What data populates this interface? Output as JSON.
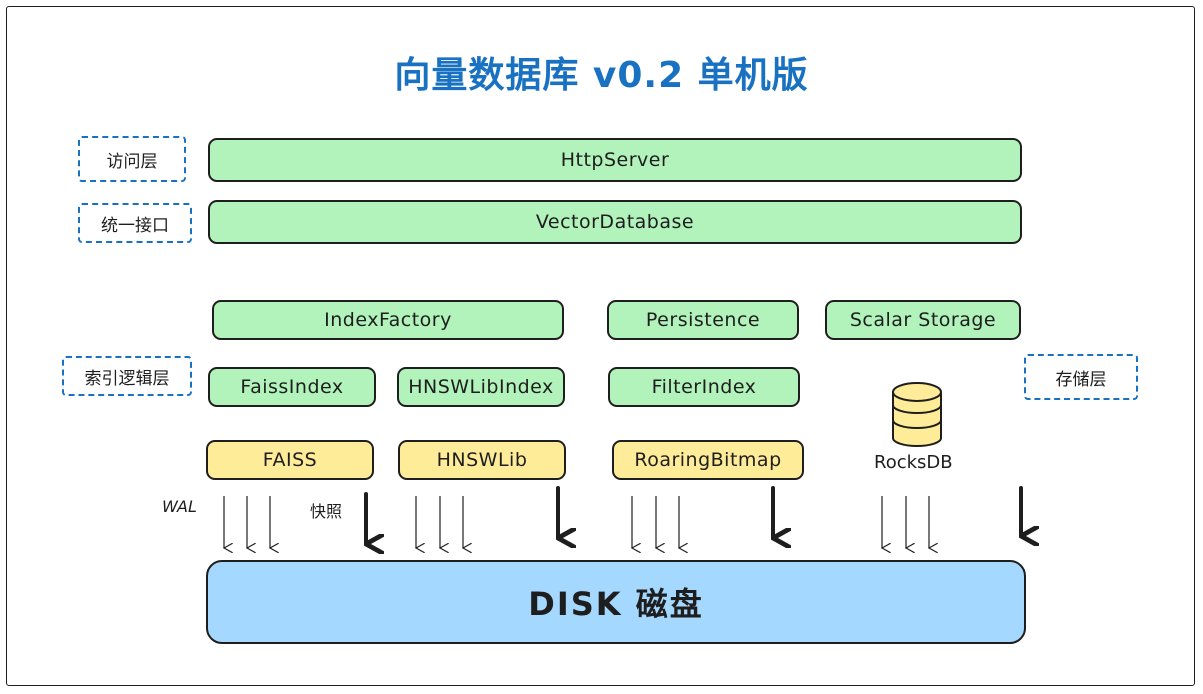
{
  "title": "向量数据库 v0.2 单机版",
  "layers": {
    "access": "访问层",
    "interface": "统一接口",
    "index_logic": "索引逻辑层",
    "storage": "存储层"
  },
  "components": {
    "http_server": "HttpServer",
    "vector_database": "VectorDatabase",
    "index_factory": "IndexFactory",
    "persistence": "Persistence",
    "scalar_storage": "Scalar Storage",
    "faiss_index": "FaissIndex",
    "hnswlib_index": "HNSWLibIndex",
    "filter_index": "FilterIndex",
    "faiss": "FAISS",
    "hnswlib": "HNSWLib",
    "roaring_bitmap": "RoaringBitmap",
    "rocksdb": "RocksDB",
    "disk": "DISK 磁盘"
  },
  "labels": {
    "wal": "WAL",
    "snapshot": "快照"
  },
  "colors": {
    "title": "#1971c2",
    "green_fill": "#b2f2bb",
    "yellow_fill": "#ffec99",
    "blue_fill": "#a5d8ff",
    "dashed_border": "#1971c2",
    "stroke": "#1e1e1e"
  }
}
